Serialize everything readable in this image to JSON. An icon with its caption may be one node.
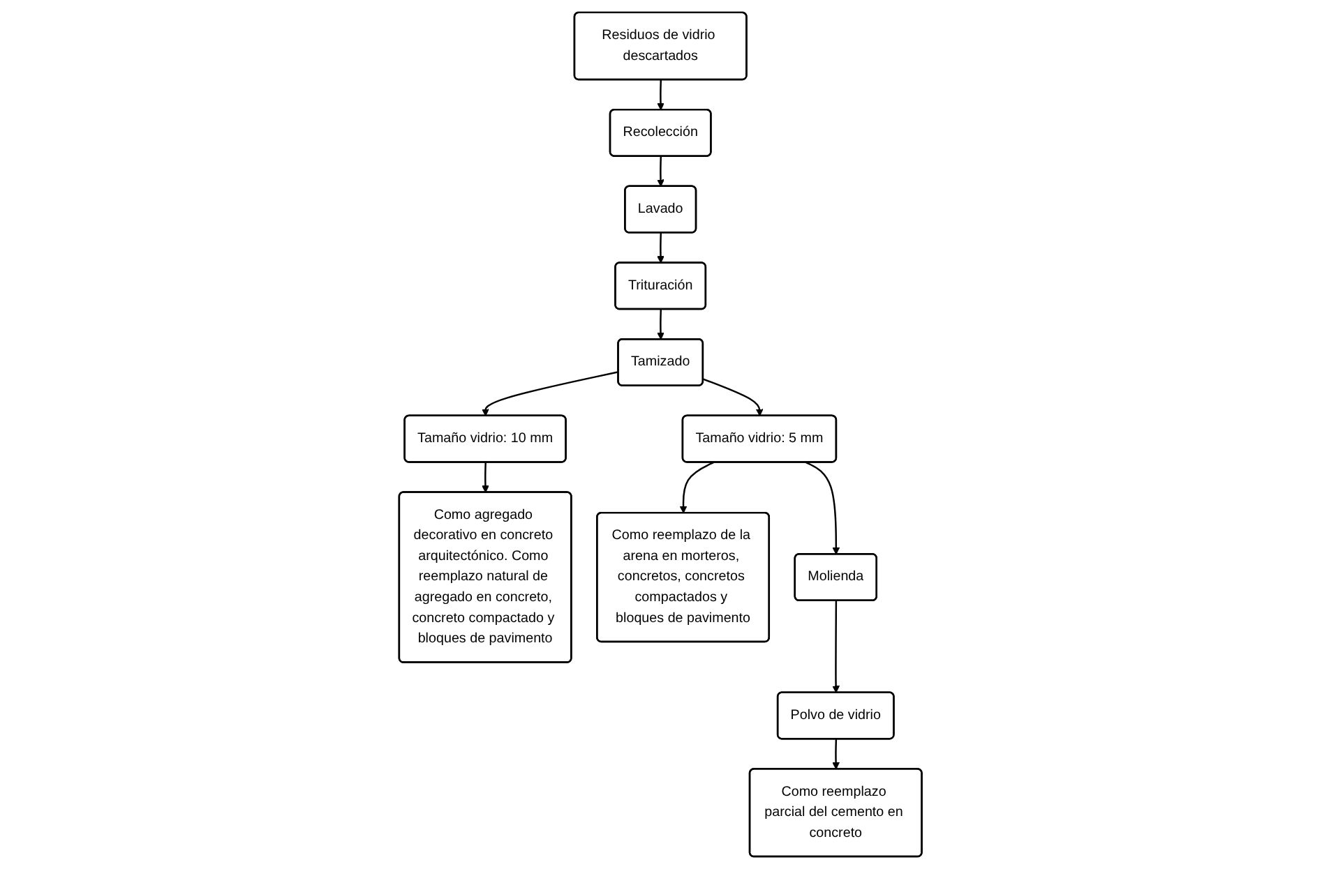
{
  "diagram": {
    "nodes": [
      {
        "text": [
          "Residuos de vidrio descartados"
        ]
      },
      {
        "text": [
          "Recolección"
        ]
      },
      {
        "text": [
          "Lavado"
        ]
      },
      {
        "text": [
          "Trituración"
        ]
      },
      {
        "text": [
          "Tamizado"
        ]
      },
      {
        "text": [
          "Tamaño vidrio: 10 mm"
        ]
      },
      {
        "text": [
          "Tamaño vidrio: 5 mm"
        ]
      },
      {
        "text": [
          "Molienda"
        ]
      },
      {
        "text": [
          "Como agregado decorativo en concreto arquitectónico. Como reemplazo natural de agregado en concreto, concreto compactado y bloques de pavimento"
        ]
      },
      {
        "text": [
          "Como reemplazo de la arena en morteros, concretos, concretos compactados y bloques de pavimento"
        ]
      },
      {
        "text": [
          "Polvo de vidrio"
        ]
      },
      {
        "text": [
          "Como reemplazo parcial del cemento en concreto"
        ]
      }
    ],
    "edges": [
      {
        "from": 0,
        "to": 1,
        "arrow": "to"
      },
      {
        "from": 1,
        "to": 2,
        "arrow": "to"
      },
      {
        "from": 2,
        "to": 3,
        "arrow": "to"
      },
      {
        "from": 3,
        "to": 4,
        "arrow": "to"
      },
      {
        "from": 4,
        "to": 5,
        "arrow": "to"
      },
      {
        "from": 4,
        "to": 6,
        "arrow": "to"
      },
      {
        "from": 5,
        "to": 8,
        "arrow": "to"
      },
      {
        "from": 6,
        "to": 9,
        "arrow": "to"
      },
      {
        "from": 6,
        "to": 7,
        "arrow": "to"
      },
      {
        "from": 7,
        "to": 10,
        "arrow": "to"
      },
      {
        "from": 10,
        "to": 11,
        "arrow": "to"
      }
    ]
  }
}
